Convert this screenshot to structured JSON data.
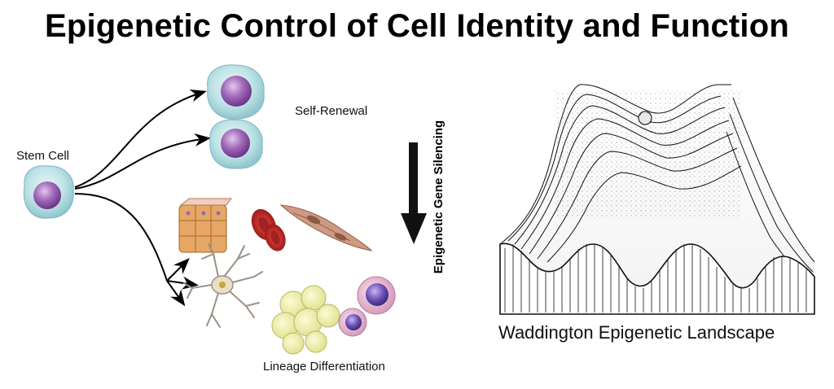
{
  "title": "Epigenetic Control of Cell Identity and Function",
  "labels": {
    "stem_cell": "Stem Cell",
    "self_renewal": "Self-Renewal",
    "lineage_differentiation": "Lineage Differentiation",
    "epigenetic_gene_silencing": "Epigenetic Gene Silencing",
    "waddington": "Waddington Epigenetic Landscape"
  },
  "colors": {
    "cell_body": "#a9d8dd",
    "nucleus": "#8e4fa6",
    "nucleus_highlight": "#d6b0e3",
    "arrow": "#000000",
    "epithelial": "#e0a060",
    "red_blood_cell": "#c7322f",
    "muscle": "#c9896f",
    "adipocyte": "#ecec9c",
    "lymphocyte": "#e7b7cf"
  },
  "icons": [
    "stem-cell-icon",
    "self-renewal-cell-icon",
    "epithelial-cells-icon",
    "red-blood-cells-icon",
    "smooth-muscle-cells-icon",
    "neuron-icon",
    "adipocytes-icon",
    "lymphocytes-icon",
    "landscape-ball-icon"
  ]
}
